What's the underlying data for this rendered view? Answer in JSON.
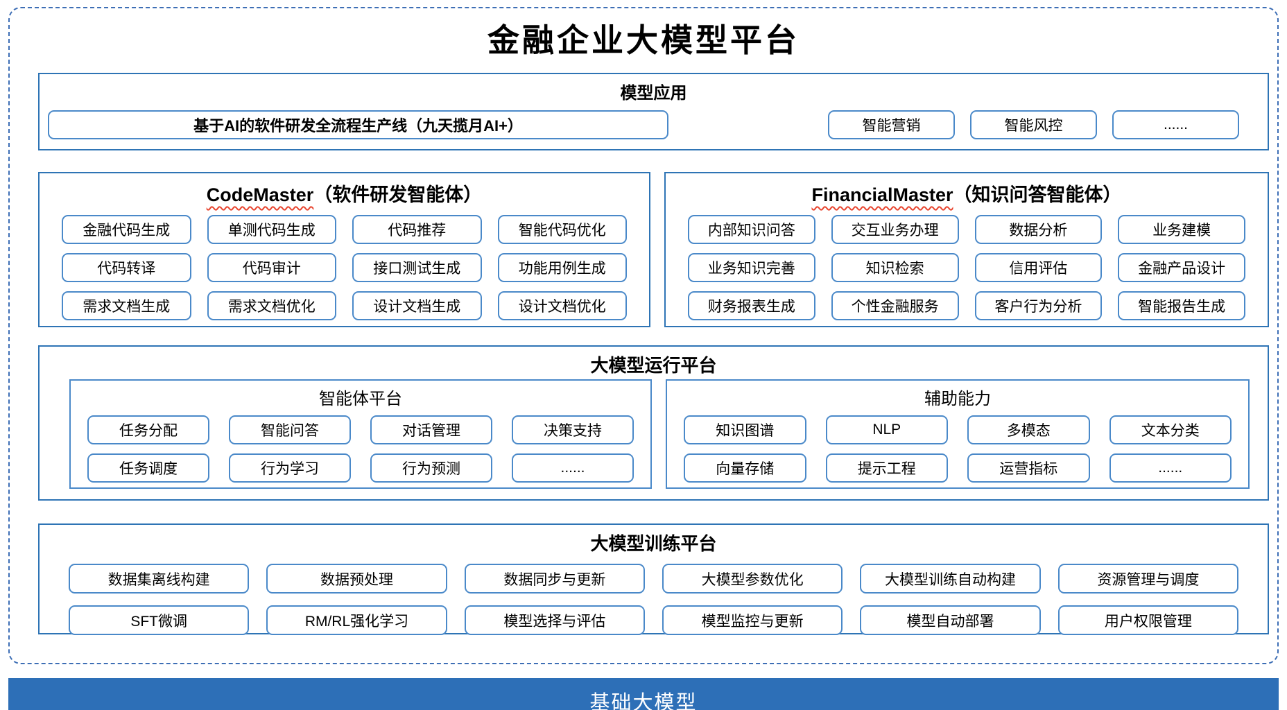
{
  "title": "金融企业大模型平台",
  "colors": {
    "section_border": "#2E74B5",
    "item_border": "#4A89C9",
    "dashed_frame": "#3D6EB5",
    "base_bar_bg": "#2D6FB7",
    "spellcheck_squiggle": "#E8442E"
  },
  "model_app": {
    "title": "模型应用",
    "pipeline": "基于AI的软件研发全流程生产线（九天揽月AI+）",
    "items": [
      "智能营销",
      "智能风控",
      "......"
    ]
  },
  "code_master": {
    "title_en": "CodeMaster",
    "title_suffix": "（软件研发智能体）",
    "items": [
      "金融代码生成",
      "单测代码生成",
      "代码推荐",
      "智能代码优化",
      "代码转译",
      "代码审计",
      "接口测试生成",
      "功能用例生成",
      "需求文档生成",
      "需求文档优化",
      "设计文档生成",
      "设计文档优化"
    ]
  },
  "financial_master": {
    "title_en": "FinancialMaster",
    "title_suffix": "（知识问答智能体）",
    "items": [
      "内部知识问答",
      "交互业务办理",
      "数据分析",
      "业务建模",
      "业务知识完善",
      "知识检索",
      "信用评估",
      "金融产品设计",
      "财务报表生成",
      "个性金融服务",
      "客户行为分析",
      "智能报告生成"
    ]
  },
  "runtime": {
    "title": "大模型运行平台",
    "agent_platform": {
      "title": "智能体平台",
      "items": [
        "任务分配",
        "智能问答",
        "对话管理",
        "决策支持",
        "任务调度",
        "行为学习",
        "行为预测",
        "......"
      ]
    },
    "aux_ability": {
      "title": "辅助能力",
      "items": [
        "知识图谱",
        "NLP",
        "多模态",
        "文本分类",
        "向量存储",
        "提示工程",
        "运营指标",
        "......"
      ]
    }
  },
  "training": {
    "title": "大模型训练平台",
    "items": [
      "数据集离线构建",
      "数据预处理",
      "数据同步与更新",
      "大模型参数优化",
      "大模型训练自动构建",
      "资源管理与调度",
      "SFT微调",
      "RM/RL强化学习",
      "模型选择与评估",
      "模型监控与更新",
      "模型自动部署",
      "用户权限管理"
    ]
  },
  "base_model": {
    "title": "基础大模型"
  }
}
